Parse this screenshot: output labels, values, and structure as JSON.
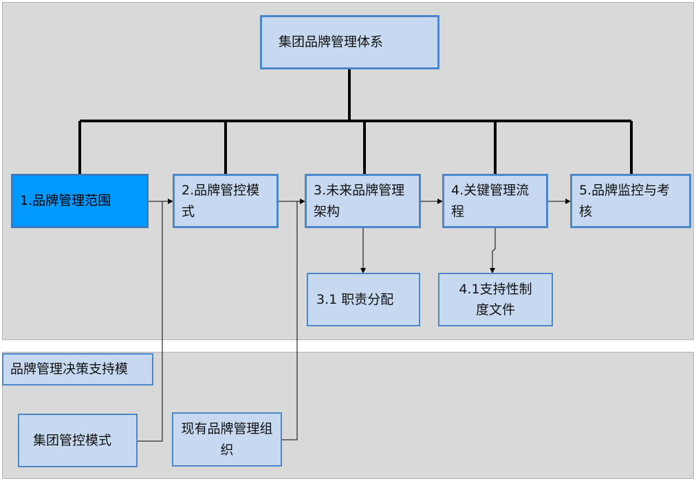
{
  "diagram": {
    "root": "集团品牌管理体系",
    "nodes": {
      "n1": "1.品牌管理范围",
      "n2": "2.品牌管控模式",
      "n3": "3.未来品牌管理架构",
      "n4": "4.关键管理流程",
      "n5": "5.品牌监控与考核",
      "n31": "3.1  职责分配",
      "n41": "4.1支持性制度文件"
    },
    "support": {
      "title": "品牌管理决策支持模",
      "group_mode": "集团管控模式",
      "current_org": "现有品牌管理组织"
    },
    "colors": {
      "panel": "#d9d9d9",
      "box_fill": "#c6d9f1",
      "box_border": "#4a86c8",
      "selected_fill": "#0099ff",
      "connector": "#000000"
    }
  }
}
